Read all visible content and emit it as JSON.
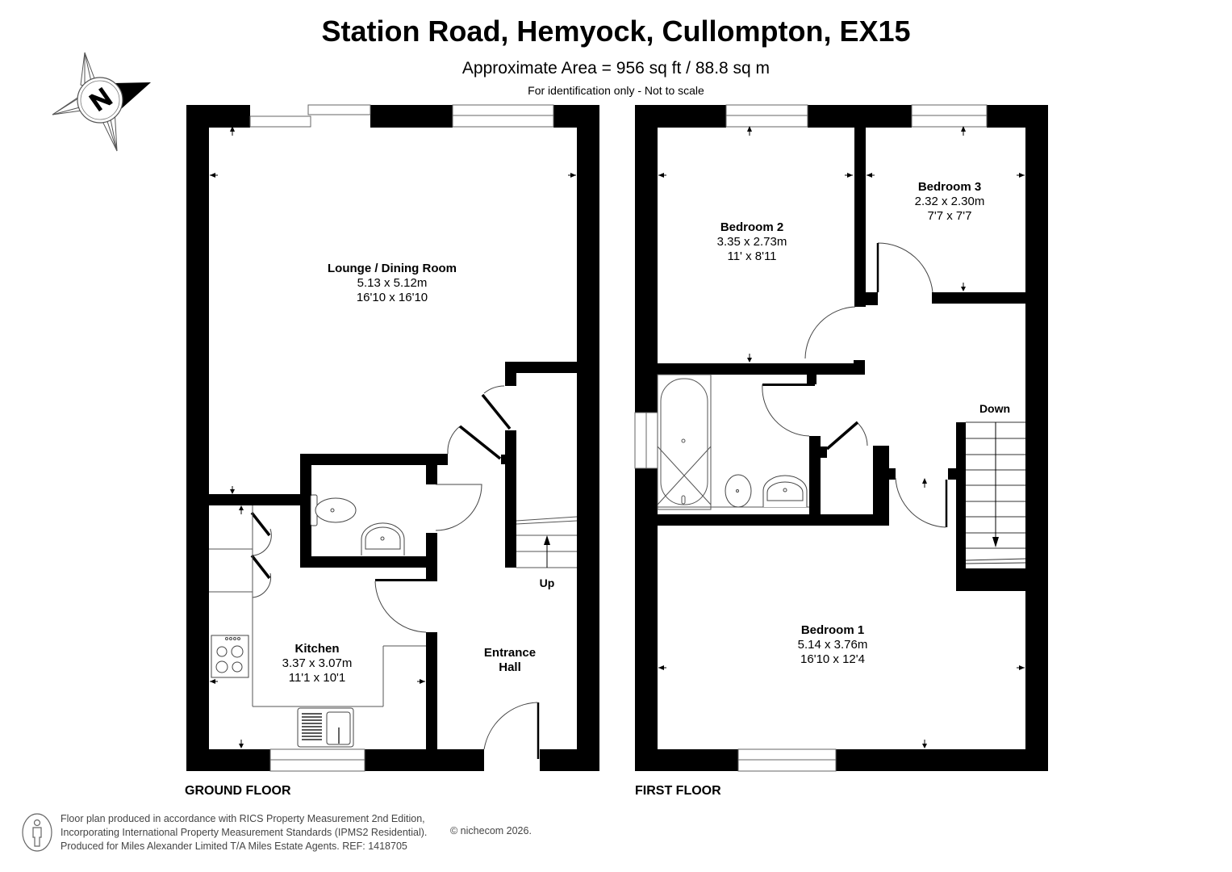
{
  "header": {
    "title": "Station Road, Hemyock, Cullompton, EX15",
    "area": "Approximate Area = 956 sq ft / 88.8 sq m",
    "disclaimer": "For identification only - Not to scale"
  },
  "compass": {
    "icon": "compass-north-icon",
    "letter": "N"
  },
  "floors": [
    {
      "name": "GROUND FLOOR",
      "rooms": [
        {
          "name": "Lounge / Dining Room",
          "metric": "5.13 x 5.12m",
          "imperial": "16'10 x 16'10"
        },
        {
          "name": "Kitchen",
          "metric": "3.37 x 3.07m",
          "imperial": "11'1 x 10'1"
        },
        {
          "name": "Entrance Hall",
          "name_line1": "Entrance",
          "name_line2": "Hall"
        }
      ],
      "stairs": {
        "label": "Up"
      },
      "fixtures": [
        "wc-toilet",
        "wash-basin",
        "hob",
        "sink-drainer",
        "cupboards"
      ]
    },
    {
      "name": "FIRST FLOOR",
      "rooms": [
        {
          "name": "Bedroom 2",
          "metric": "3.35 x 2.73m",
          "imperial": "11' x 8'11"
        },
        {
          "name": "Bedroom 3",
          "metric": "2.32 x 2.30m",
          "imperial": "7'7 x 7'7"
        },
        {
          "name": "Bedroom 1",
          "metric": "5.14 x 3.76m",
          "imperial": "16'10 x 12'4"
        }
      ],
      "stairs": {
        "label": "Down"
      },
      "fixtures": [
        "bath",
        "toilet",
        "wash-basin",
        "airing-cupboard"
      ]
    }
  ],
  "footer": {
    "lines": [
      "Floor plan produced in accordance with RICS Property Measurement 2nd Edition,",
      "Incorporating International Property Measurement Standards (IPMS2 Residential).",
      "Produced for Miles Alexander Limited T/A Miles Estate Agents.   REF: 1418705"
    ],
    "copyright": "© nichecom 2026."
  },
  "colors": {
    "wall": "#000000",
    "background": "#ffffff",
    "line": "#555555",
    "footer_text": "#444444"
  }
}
